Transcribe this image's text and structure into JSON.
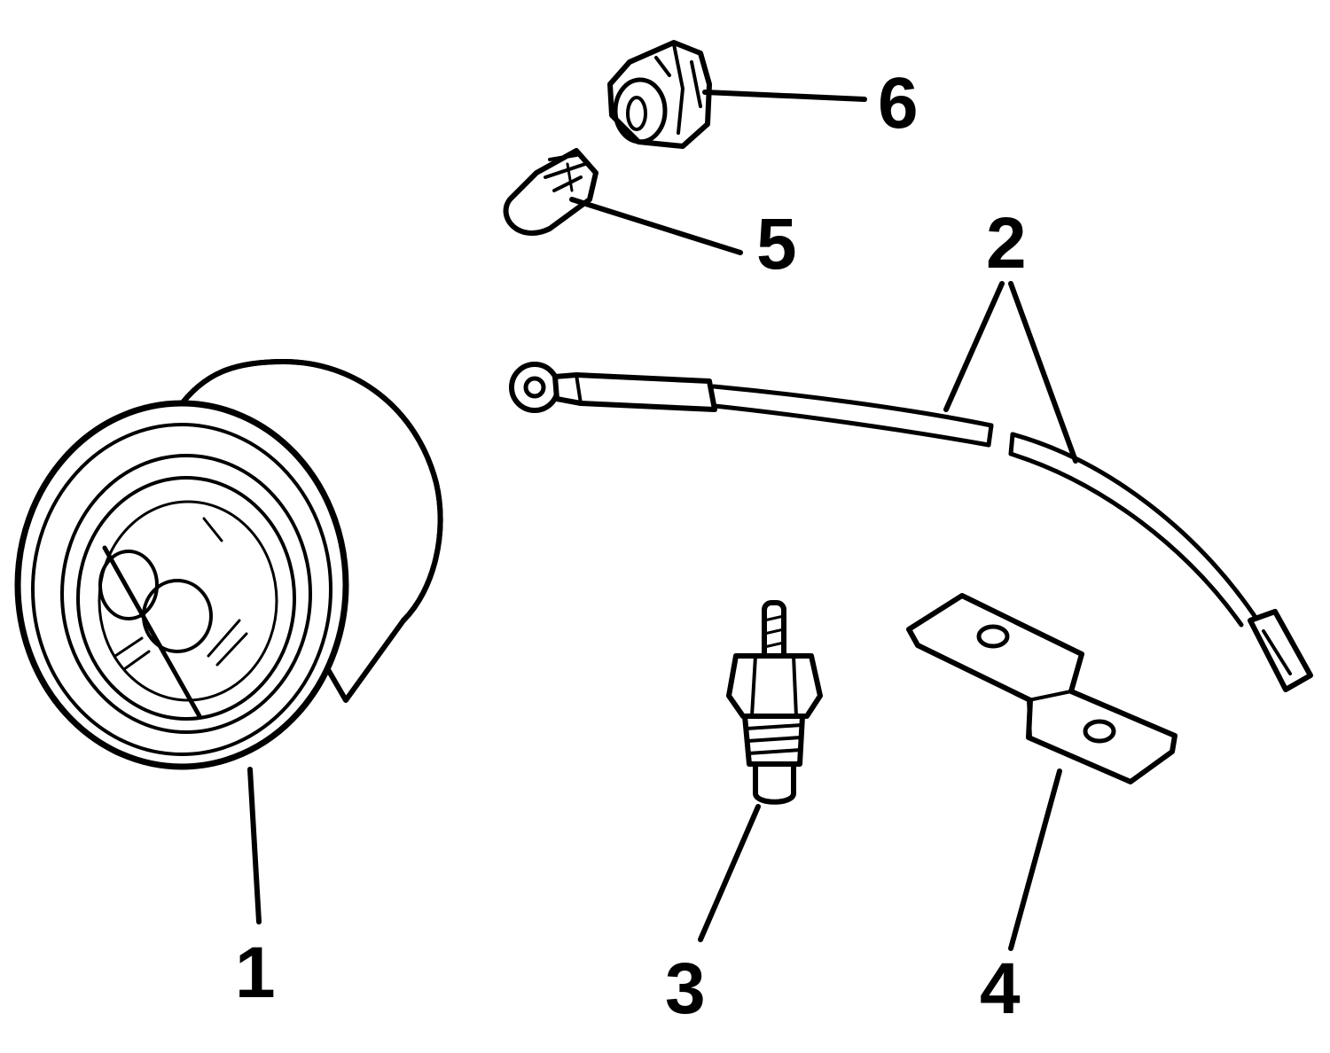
{
  "diagram": {
    "colors": {
      "ink": "#000000",
      "background": "#ffffff"
    },
    "callouts": [
      {
        "id": "1",
        "text": "1"
      },
      {
        "id": "2",
        "text": "2"
      },
      {
        "id": "3",
        "text": "3"
      },
      {
        "id": "4",
        "text": "4"
      },
      {
        "id": "5",
        "text": "5"
      },
      {
        "id": "6",
        "text": "6"
      }
    ]
  }
}
